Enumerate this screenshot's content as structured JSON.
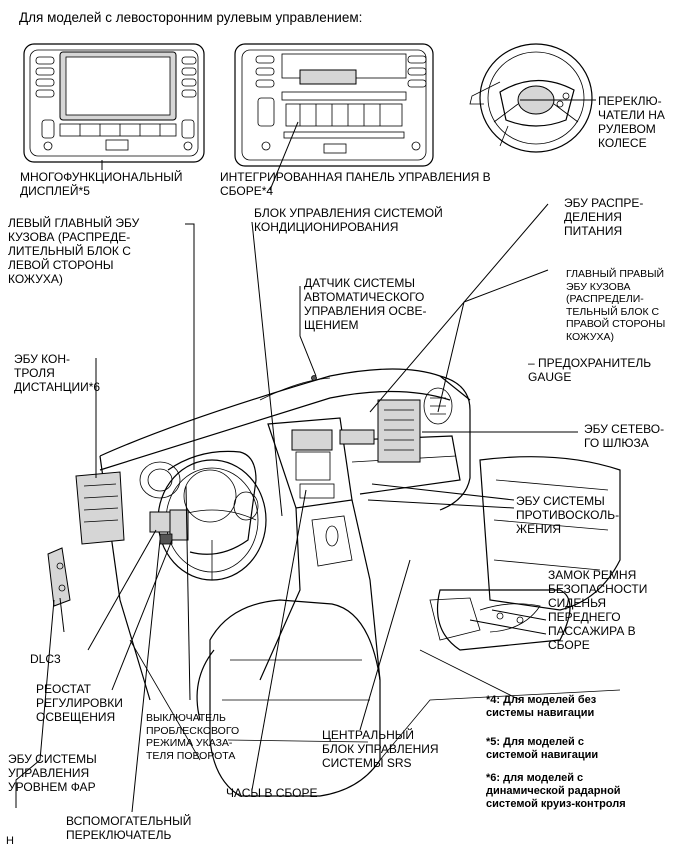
{
  "title": "Для моделей с левосторонним рулевым управлением:",
  "labels": {
    "multi_display": "МНОГОФУНКЦИОНАЛЬНЫЙ\nДИСПЛЕЙ*5",
    "integrated_panel": "ИНТЕГРИРОВАННАЯ ПАНЕЛЬ УПРАВЛЕНИЯ В\nСБОРЕ*4",
    "steering_switches": "ПЕРЕКЛЮ-\nЧАТЕЛИ НА\nРУЛЕВОМ\nКОЛЕСЕ",
    "left_main_ecu": "ЛЕВЫЙ ГЛАВНЫЙ ЭБУ\nКУЗОВА (РАСПРЕДЕ-\nЛИТЕЛЬНЫЙ БЛОК С\nЛЕВОЙ СТОРОНЫ\nКОЖУХА)",
    "ac_control": "БЛОК УПРАВЛЕНИЯ СИСТЕМОЙ\nКОНДИЦИОНИРОВАНИЯ",
    "power_dist_ecu": "ЭБУ РАСПРЕ-\nДЕЛЕНИЯ\nПИТАНИЯ",
    "right_main_ecu": "ГЛАВНЫЙ ПРАВЫЙ\nЭБУ КУЗОВА\n(РАСПРЕДЕЛИ-\nТЕЛЬНЫЙ БЛОК С\nПРАВОЙ СТОРОНЫ\nКОЖУХА)",
    "fuse_gauge": "– ПРЕДОХРАНИТЕЛЬ\nGAUGE",
    "light_sensor": "ДАТЧИК СИСТЕМЫ\nАВТОМАТИЧЕСКОГО\nУПРАВЛЕНИЯ ОСВЕ-\nЩЕНИЕМ",
    "distance_ecu": "ЭБУ КОН-\nТРОЛЯ\nДИСТАНЦИИ*6",
    "gateway_ecu": "ЭБУ СЕТЕВО-\nГО ШЛЮЗА",
    "anti_collision_ecu": "ЭБУ СИСТЕМЫ\nПРОТИВОСКОЛЬ-\nЖЕНИЯ",
    "seat_belt_buckle": "ЗАМОК РЕМНЯ\nБЕЗОПАСНОСТИ\nСИДЕНЬЯ\nПЕРЕДНЕГО\nПАССАЖИРА В\nСБОРЕ",
    "dlc3": "DLC3",
    "rheostat": "РЕОСТАТ\nРЕГУЛИРОВКИ\nОСВЕЩЕНИЯ",
    "hazard_switch": "ВЫКЛЮЧАТЕЛЬ\nПРОБЛЕСКОВОГО\nРЕЖИМА УКАЗА-\nТЕЛЯ ПОВОРОТА",
    "srs_center": "ЦЕНТРАЛЬНЫЙ\nБЛОК УПРАВЛЕНИЯ\nСИСТЕМЫ SRS",
    "headlamp_level_ecu": "ЭБУ СИСТЕМЫ\nУПРАВЛЕНИЯ\nУРОВНЕМ ФАР",
    "clock": "ЧАСЫ В СБОРЕ",
    "aux_switch": "ВСПОМОГАТЕЛЬНЫЙ\nПЕРЕКЛЮЧАТЕЛЬ"
  },
  "footnotes": {
    "n4": "*4: Для моделей без\nсистемы навигации",
    "n5": "*5: Для моделей с\nсистемой навигации",
    "n6": "*6: для моделей с\nдинамической радарной\nсистемой круиз-контроля"
  },
  "corner_mark": "H"
}
